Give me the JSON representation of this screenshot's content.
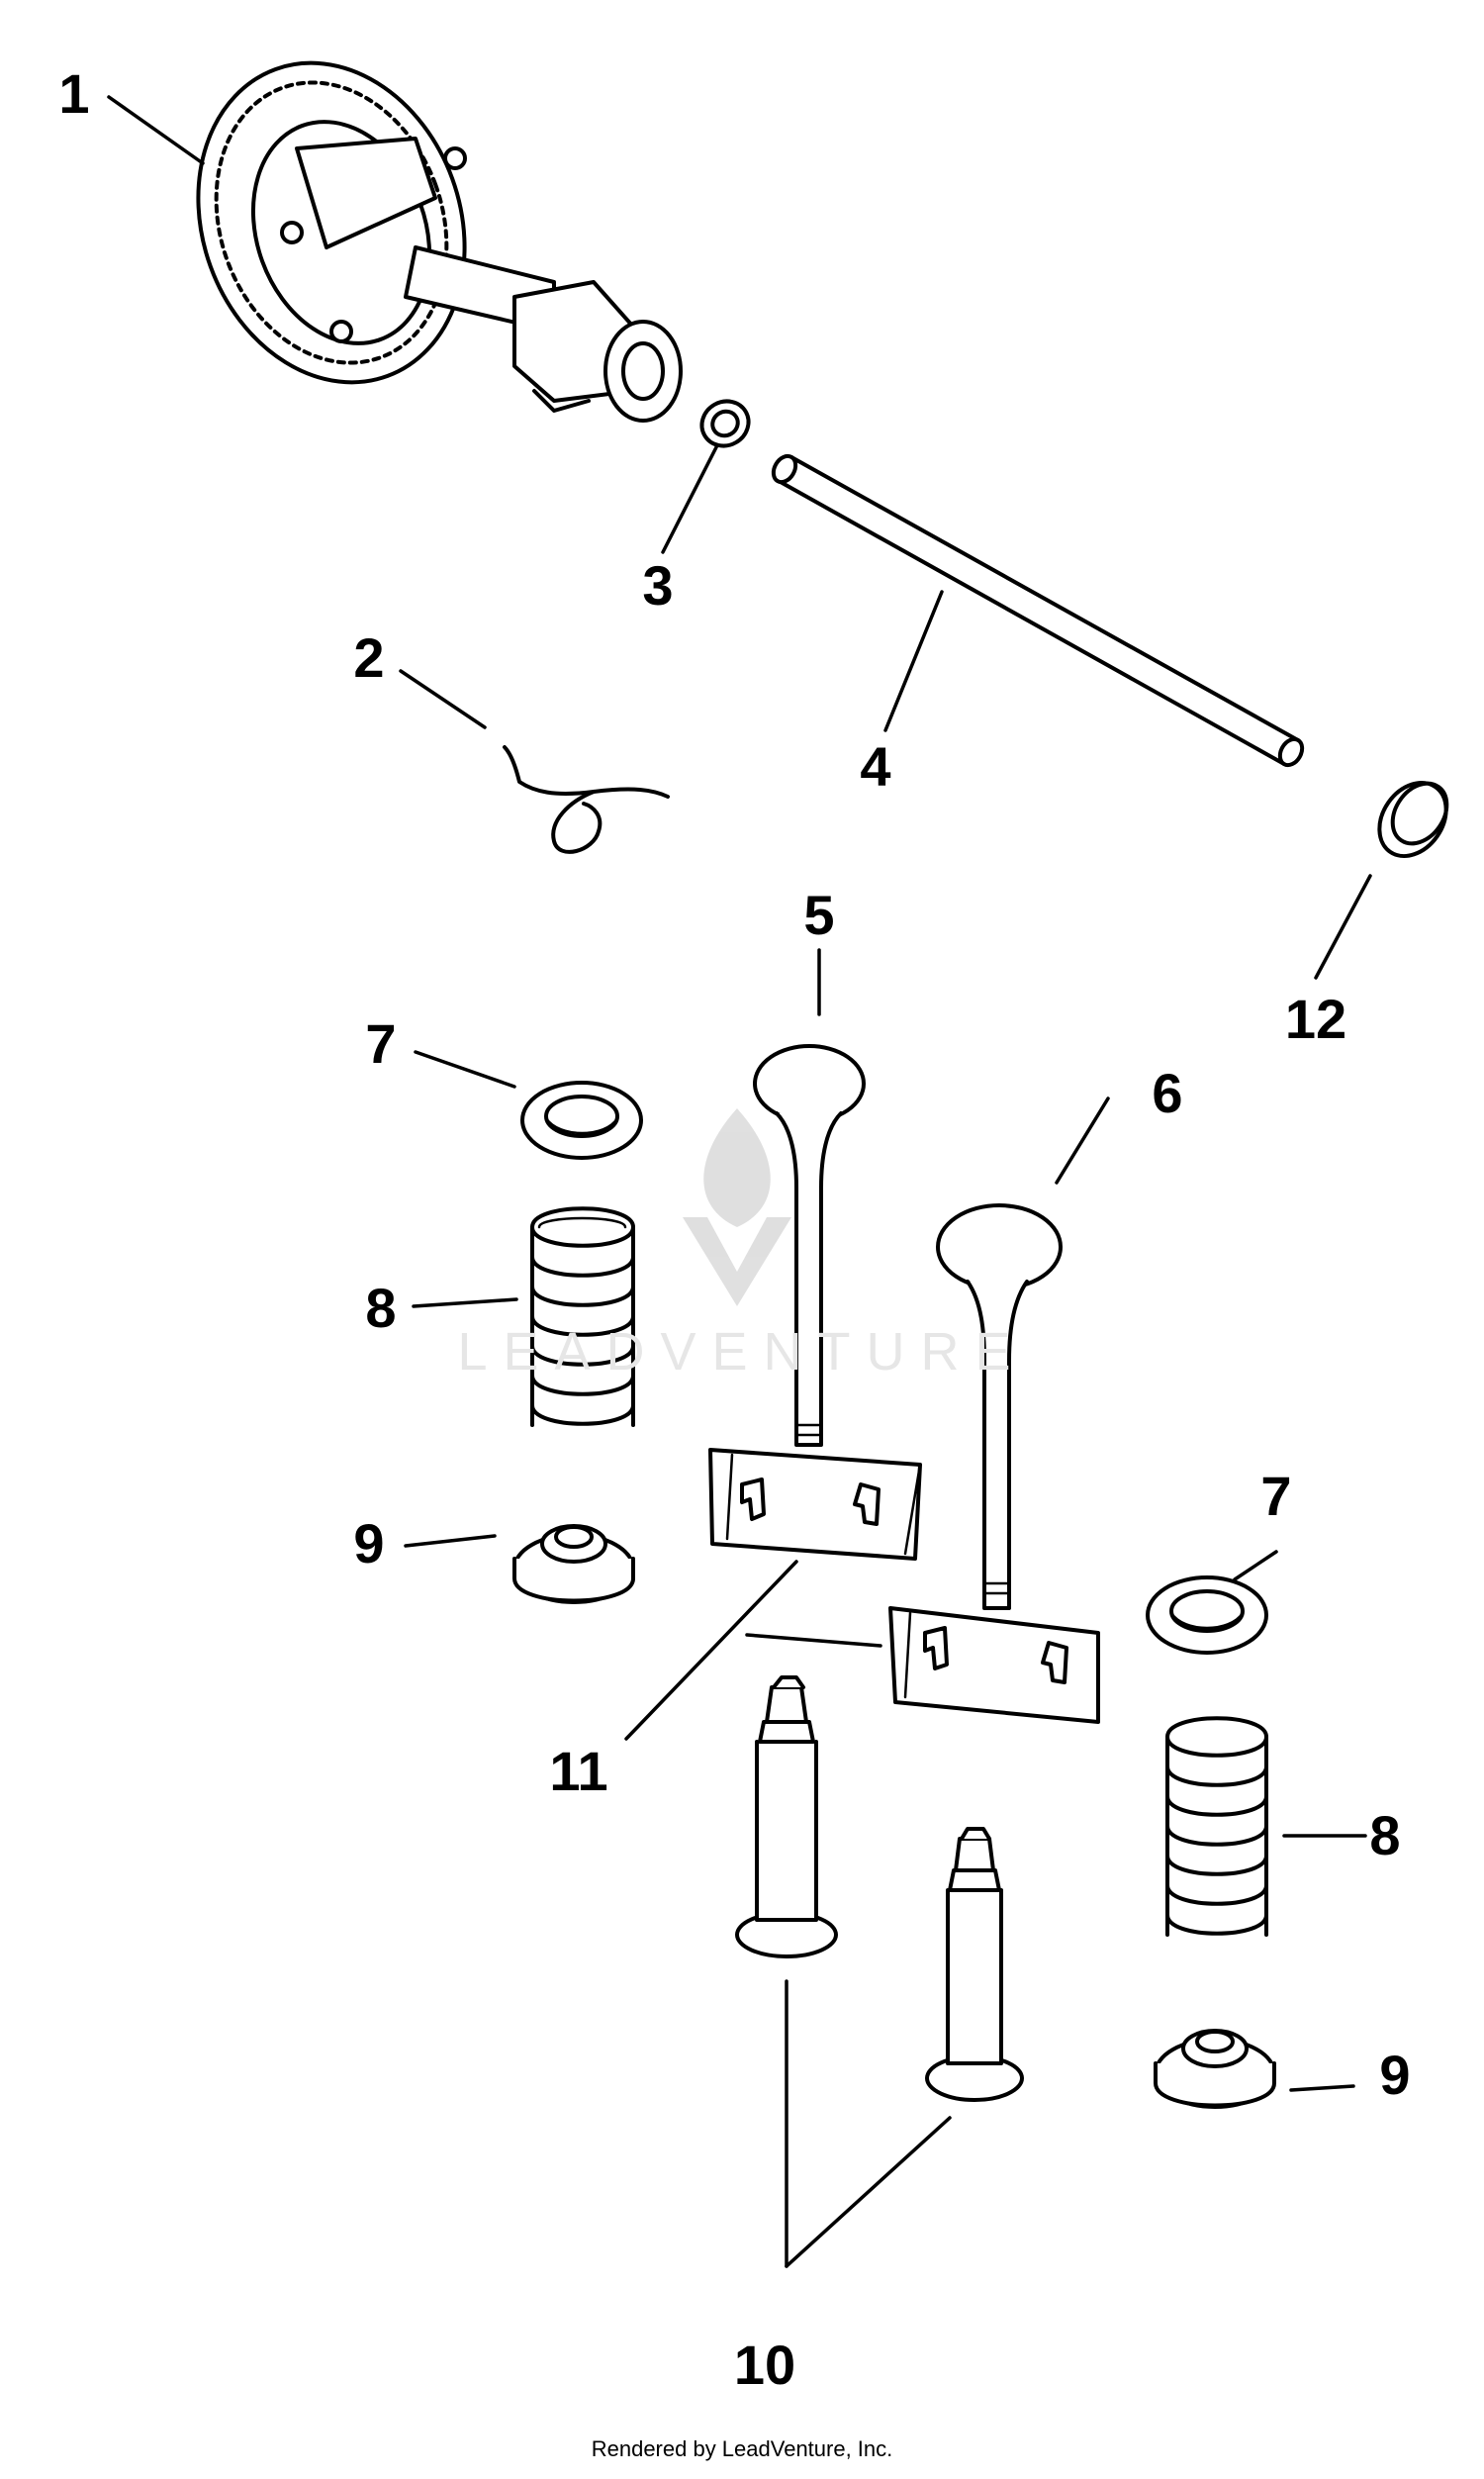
{
  "callouts": {
    "c1": "1",
    "c2": "2",
    "c3": "3",
    "c4": "4",
    "c5": "5",
    "c6": "6",
    "c7a": "7",
    "c7b": "7",
    "c8a": "8",
    "c8b": "8",
    "c9a": "9",
    "c9b": "9",
    "c10": "10",
    "c11": "11",
    "c12": "12"
  },
  "watermark": "LEADVENTURE",
  "footer": "Rendered by LeadVenture, Inc."
}
